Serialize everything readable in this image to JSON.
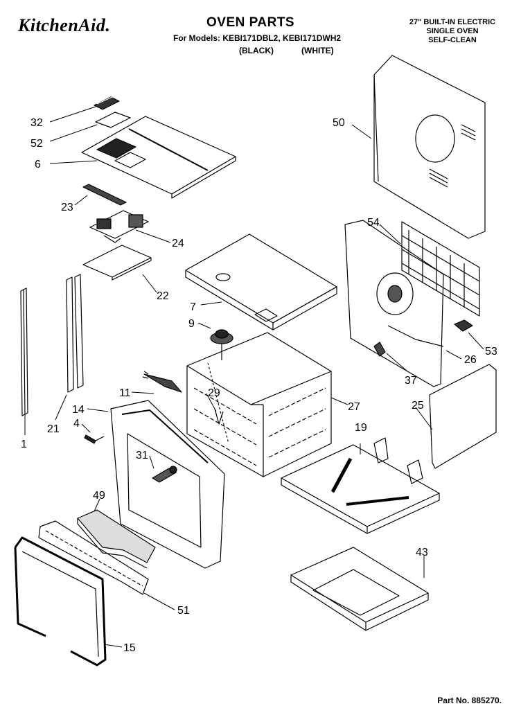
{
  "header": {
    "brand": "KitchenAid.",
    "title": "OVEN PARTS",
    "models_line": "For Models: KEBI171DBL2, KEBI171DWH2",
    "color_black": "(BLACK)",
    "color_white": "(WHITE)",
    "spec_line1": "27\" BUILT-IN ELECTRIC",
    "spec_line2": "SINGLE OVEN",
    "spec_line3": "SELF-CLEAN"
  },
  "footer": {
    "part_number": "Part No. 885270."
  },
  "callouts": [
    "32",
    "52",
    "6",
    "23",
    "24",
    "22",
    "7",
    "9",
    "11",
    "14",
    "4",
    "1",
    "21",
    "29",
    "31",
    "49",
    "51",
    "15",
    "50",
    "54",
    "53",
    "26",
    "37",
    "27",
    "25",
    "19",
    "43"
  ]
}
